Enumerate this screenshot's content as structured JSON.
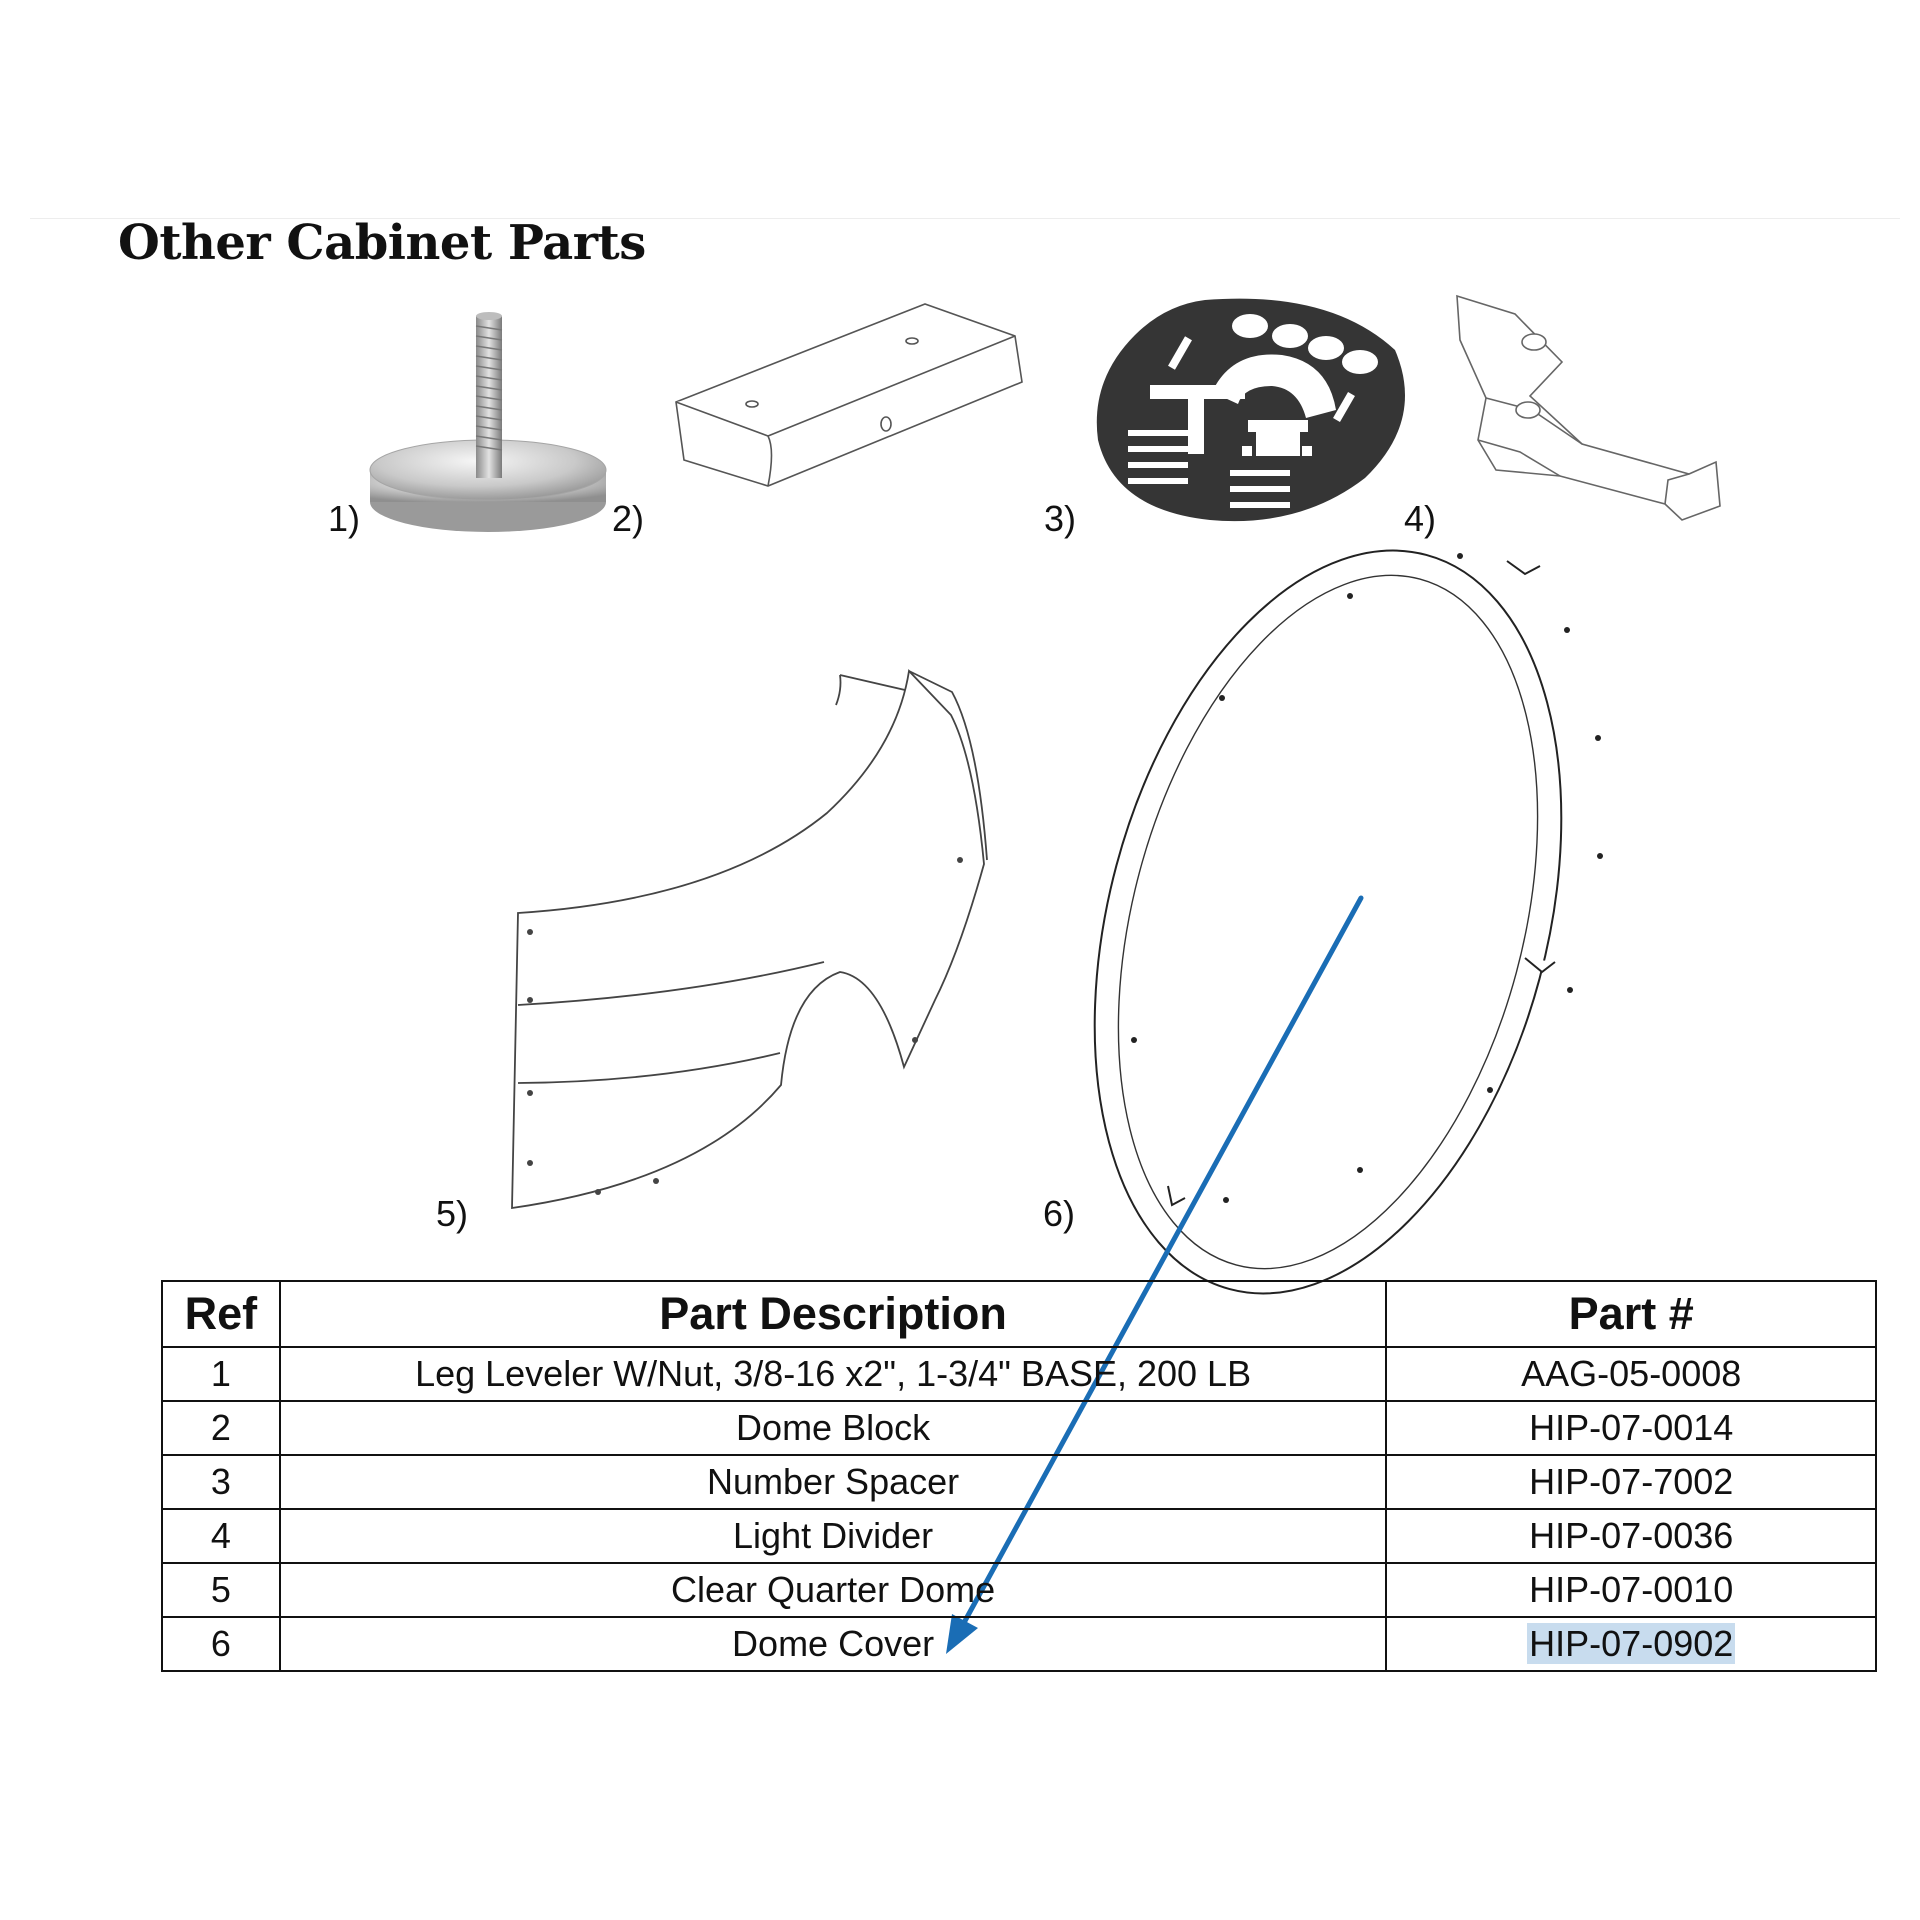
{
  "title": "Other Cabinet Parts",
  "figures": [
    {
      "label": "1)",
      "part": "leg-leveler"
    },
    {
      "label": "2)",
      "part": "dome-block"
    },
    {
      "label": "3)",
      "part": "number-spacer"
    },
    {
      "label": "4)",
      "part": "light-divider"
    },
    {
      "label": "5)",
      "part": "clear-quarter-dome"
    },
    {
      "label": "6)",
      "part": "dome-cover"
    }
  ],
  "table": {
    "headers": {
      "ref": "Ref",
      "description": "Part Description",
      "part_number": "Part #"
    },
    "rows": [
      {
        "ref": "1",
        "description": "Leg Leveler W/Nut, 3/8-16 x2\", 1-3/4\" BASE, 200 LB",
        "part_number": "AAG-05-0008"
      },
      {
        "ref": "2",
        "description": "Dome Block",
        "part_number": "HIP-07-0014"
      },
      {
        "ref": "3",
        "description": "Number Spacer",
        "part_number": "HIP-07-7002"
      },
      {
        "ref": "4",
        "description": "Light Divider",
        "part_number": "HIP-07-0036"
      },
      {
        "ref": "5",
        "description": "Clear Quarter Dome",
        "part_number": "HIP-07-0010"
      },
      {
        "ref": "6",
        "description": "Dome Cover",
        "part_number": "HIP-07-0902"
      }
    ]
  },
  "annotation": {
    "arrow_color": "#1a6db5",
    "highlight_color": "#c8dcee",
    "highlighted_part_number_row": 6
  }
}
